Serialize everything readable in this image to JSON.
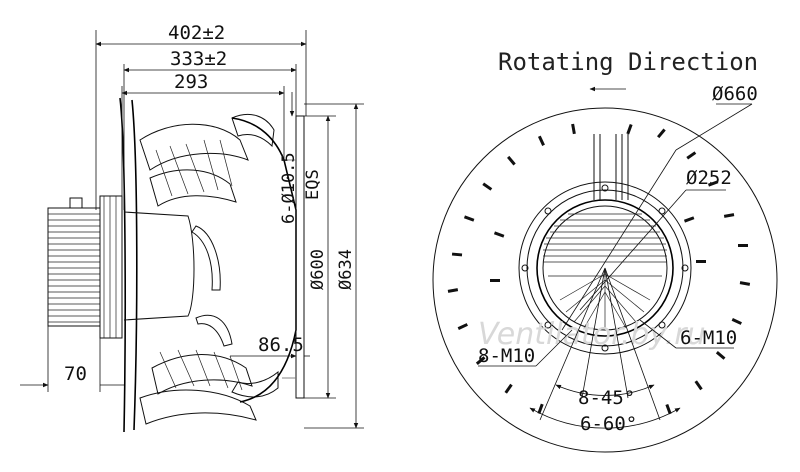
{
  "side_view": {
    "overall_depth": "402±2",
    "flange_depth": "333±2",
    "body_depth": "293",
    "mounting_holes": "6-Ø10.5",
    "holes_spacing": "EQS",
    "inlet_diameter": "Ø600",
    "outer_diameter": "Ø634",
    "inlet_length": "86.5",
    "motor_offset": "70"
  },
  "front_view": {
    "title": "Rotating Direction",
    "impeller_diameter": "Ø660",
    "motor_diameter": "Ø252",
    "motor_thread_left": "8-M10",
    "motor_thread_right": "6-M10",
    "angle_inner": "8-45°",
    "angle_outer": "6-60°",
    "watermark": "Ventilator.by.ru"
  }
}
